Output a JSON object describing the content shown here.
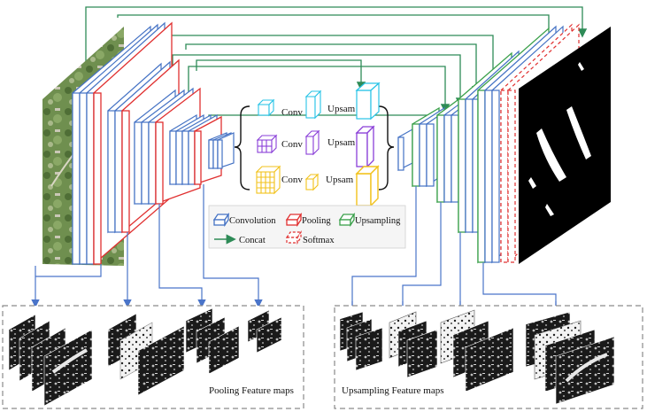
{
  "ops": {
    "conv1": "Conv",
    "conv2": "Conv",
    "conv3": "Conv",
    "upsam1": "Upsam",
    "upsam2": "Upsam",
    "upsam3": "Upsam"
  },
  "legend": {
    "convolution": "Convolution",
    "pooling": "Pooling",
    "upsampling": "Upsampling",
    "concat": "Concat",
    "softmax": "Softmax"
  },
  "panels": {
    "pooling_title": "Pooling Feature maps",
    "upsampling_title": "Upsampling Feature maps"
  },
  "colors": {
    "convolution": "#4472c4",
    "pooling": "#e03030",
    "upsampling": "#3aa04a",
    "concat": "#2e8b57",
    "softmax": "#e03030",
    "arrow": "#4a74c9",
    "cyan": "#27c3e6",
    "purple": "#8a3fd8",
    "yellow": "#f2c21b"
  }
}
